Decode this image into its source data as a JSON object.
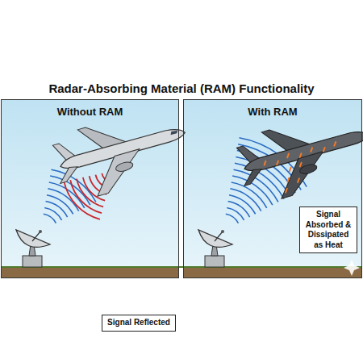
{
  "diagram": {
    "title": "Radar-Absorbing Material (RAM) Functionality",
    "nodes": [
      {
        "text": [
          "Without RAM"
        ]
      },
      {
        "text": [
          "Signal Reflected"
        ],
        "in": 0
      },
      {
        "text": [
          "With RAM"
        ]
      },
      {
        "text": [
          "Signal Absorbed & Dissipated as Heat"
        ],
        "in": 2
      }
    ]
  }
}
